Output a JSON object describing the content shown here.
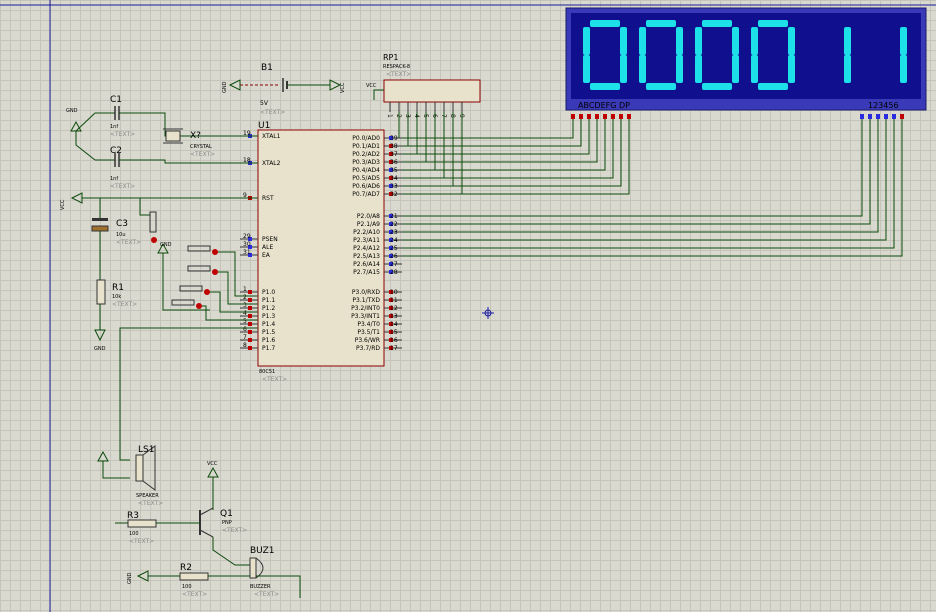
{
  "components": {
    "u1": {
      "ref": "U1",
      "part": "80C51",
      "text": "<TEXT>"
    },
    "rp1": {
      "ref": "RP1",
      "part": "RESPACK-8",
      "text": "<TEXT>",
      "pins": [
        "1",
        "2",
        "3",
        "4",
        "5",
        "6",
        "7",
        "8",
        "9"
      ]
    },
    "b1": {
      "ref": "B1",
      "value": "5V",
      "text": "<TEXT>"
    },
    "c1": {
      "ref": "C1",
      "value": "1nf",
      "text": "<TEXT>"
    },
    "c2": {
      "ref": "C2",
      "value": "1nf",
      "text": "<TEXT>"
    },
    "c3": {
      "ref": "C3",
      "value": "10u",
      "text": "<TEXT>"
    },
    "x1": {
      "ref": "X?",
      "part": "CRYSTAL",
      "text": "<TEXT>"
    },
    "r1": {
      "ref": "R1",
      "value": "10k",
      "text": "<TEXT>"
    },
    "r2": {
      "ref": "R2",
      "value": "100",
      "text": "<TEXT>"
    },
    "r3": {
      "ref": "R3",
      "value": "100",
      "text": "<TEXT>"
    },
    "ls1": {
      "ref": "LS1",
      "part": "SPEAKER",
      "text": "<TEXT>"
    },
    "q1": {
      "ref": "Q1",
      "part": "PNP",
      "text": "<TEXT>"
    },
    "buz1": {
      "ref": "BUZ1",
      "part": "BUZZER",
      "text": "<TEXT>"
    }
  },
  "power": {
    "gnd": "GND",
    "vcc": "VCC"
  },
  "display": {
    "digits": "000011",
    "seg_label": "ABCDEFG DP",
    "dig_label": "123456",
    "colors": {
      "bg": "#1010a0",
      "frame": "#2a2ac0",
      "lit": "#1de0e8"
    }
  },
  "mcu_left": [
    {
      "num": "19",
      "name": "XTAL1"
    },
    {
      "num": "18",
      "name": "XTAL2"
    },
    {
      "num": "9",
      "name": "RST"
    },
    {
      "num": "29",
      "name": "PSEN"
    },
    {
      "num": "30",
      "name": "ALE"
    },
    {
      "num": "31",
      "name": "EA"
    },
    {
      "num": "1",
      "name": "P1.0"
    },
    {
      "num": "2",
      "name": "P1.1"
    },
    {
      "num": "3",
      "name": "P1.2"
    },
    {
      "num": "4",
      "name": "P1.3"
    },
    {
      "num": "5",
      "name": "P1.4"
    },
    {
      "num": "6",
      "name": "P1.5"
    },
    {
      "num": "7",
      "name": "P1.6"
    },
    {
      "num": "8",
      "name": "P1.7"
    }
  ],
  "mcu_right": [
    {
      "num": "39",
      "name": "P0.0/AD0"
    },
    {
      "num": "38",
      "name": "P0.1/AD1"
    },
    {
      "num": "37",
      "name": "P0.2/AD2"
    },
    {
      "num": "36",
      "name": "P0.3/AD3"
    },
    {
      "num": "35",
      "name": "P0.4/AD4"
    },
    {
      "num": "34",
      "name": "P0.5/AD5"
    },
    {
      "num": "33",
      "name": "P0.6/AD6"
    },
    {
      "num": "32",
      "name": "P0.7/AD7"
    },
    {
      "num": "21",
      "name": "P2.0/A8"
    },
    {
      "num": "22",
      "name": "P2.1/A9"
    },
    {
      "num": "23",
      "name": "P2.2/A10"
    },
    {
      "num": "24",
      "name": "P2.3/A11"
    },
    {
      "num": "25",
      "name": "P2.4/A12"
    },
    {
      "num": "26",
      "name": "P2.5/A13"
    },
    {
      "num": "27",
      "name": "P2.6/A14"
    },
    {
      "num": "28",
      "name": "P2.7/A15"
    },
    {
      "num": "10",
      "name": "P3.0/RXD"
    },
    {
      "num": "11",
      "name": "P3.1/TXD"
    },
    {
      "num": "12",
      "name": "P3.2/INT0"
    },
    {
      "num": "13",
      "name": "P3.3/INT1"
    },
    {
      "num": "14",
      "name": "P3.4/T0"
    },
    {
      "num": "15",
      "name": "P3.5/T1"
    },
    {
      "num": "16",
      "name": "P3.6/WR"
    },
    {
      "num": "17",
      "name": "P3.7/RD"
    }
  ]
}
